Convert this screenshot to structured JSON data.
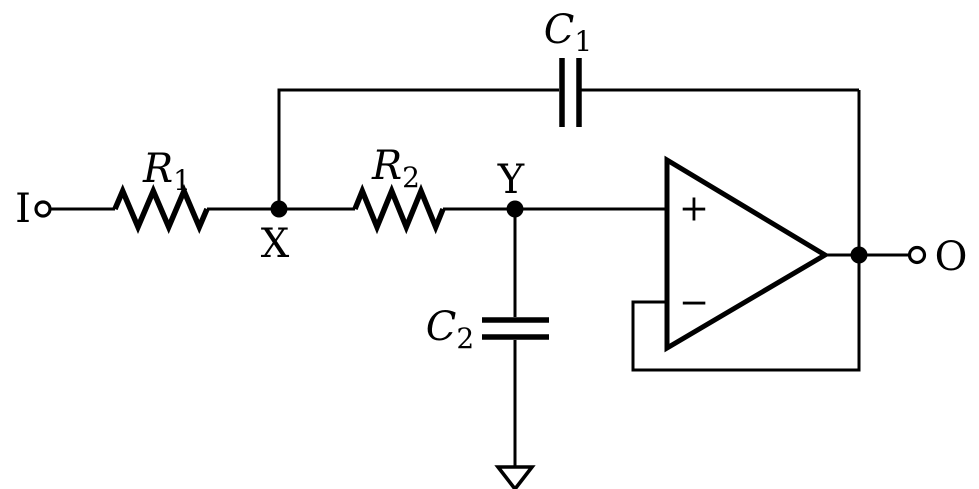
{
  "figure": {
    "background_color": "#ffffff",
    "stroke_color": "#000000",
    "terminals": {
      "input_label": "I",
      "output_label": "O"
    },
    "nodes": {
      "x_label": "X",
      "y_label": "Y"
    },
    "components": {
      "r1": {
        "base": "R",
        "sub": "1"
      },
      "r2": {
        "base": "R",
        "sub": "2"
      },
      "c1": {
        "base": "C",
        "sub": "1"
      },
      "c2": {
        "base": "C",
        "sub": "2"
      },
      "opamp": {
        "plus": "+",
        "minus": "−"
      }
    }
  }
}
